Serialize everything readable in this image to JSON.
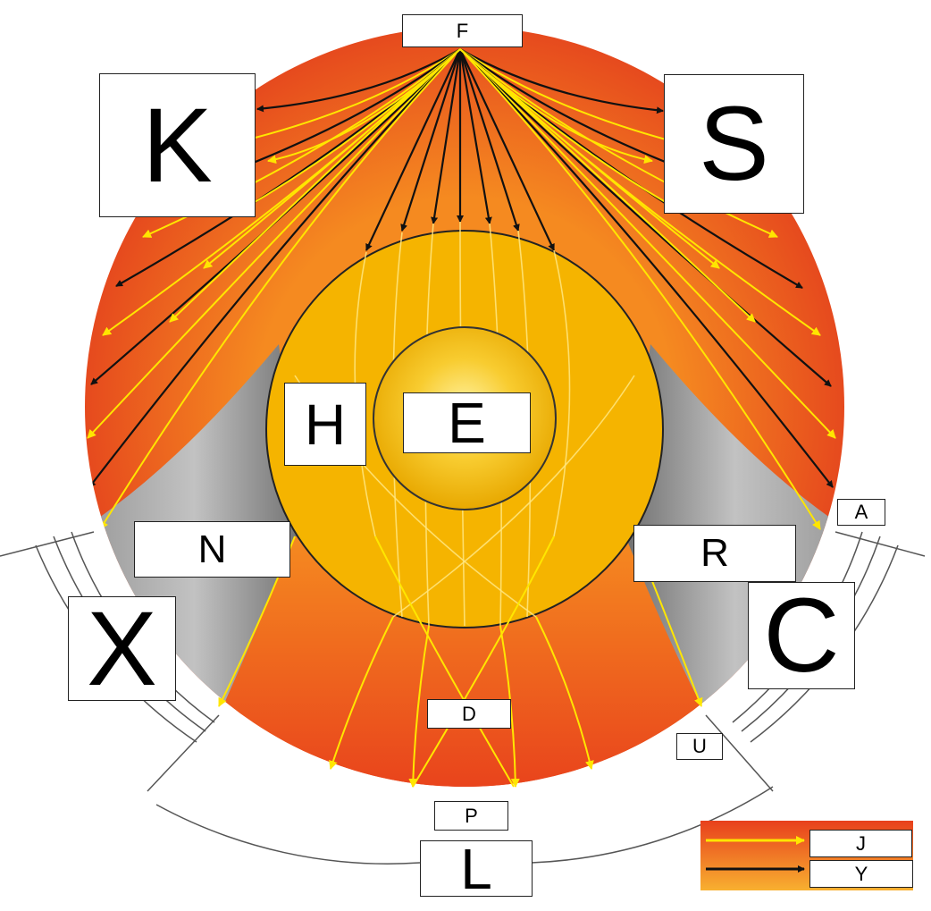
{
  "labels": {
    "F": "F",
    "K": "K",
    "S": "S",
    "H": "H",
    "E": "E",
    "N": "N",
    "R": "R",
    "A": "A",
    "X": "X",
    "C": "C",
    "D": "D",
    "U": "U",
    "P": "P",
    "L": "L"
  },
  "legend": {
    "J": "J",
    "Y": "Y"
  },
  "colors": {
    "mantle_red": "#e8401c",
    "mantle_orange": "#f58a20",
    "outer_core": "#f5b400",
    "inner_core": "#f7c40a",
    "shadow_gray": "#a6a6a6",
    "p_wave": "#ffe600",
    "s_wave": "#111111"
  }
}
